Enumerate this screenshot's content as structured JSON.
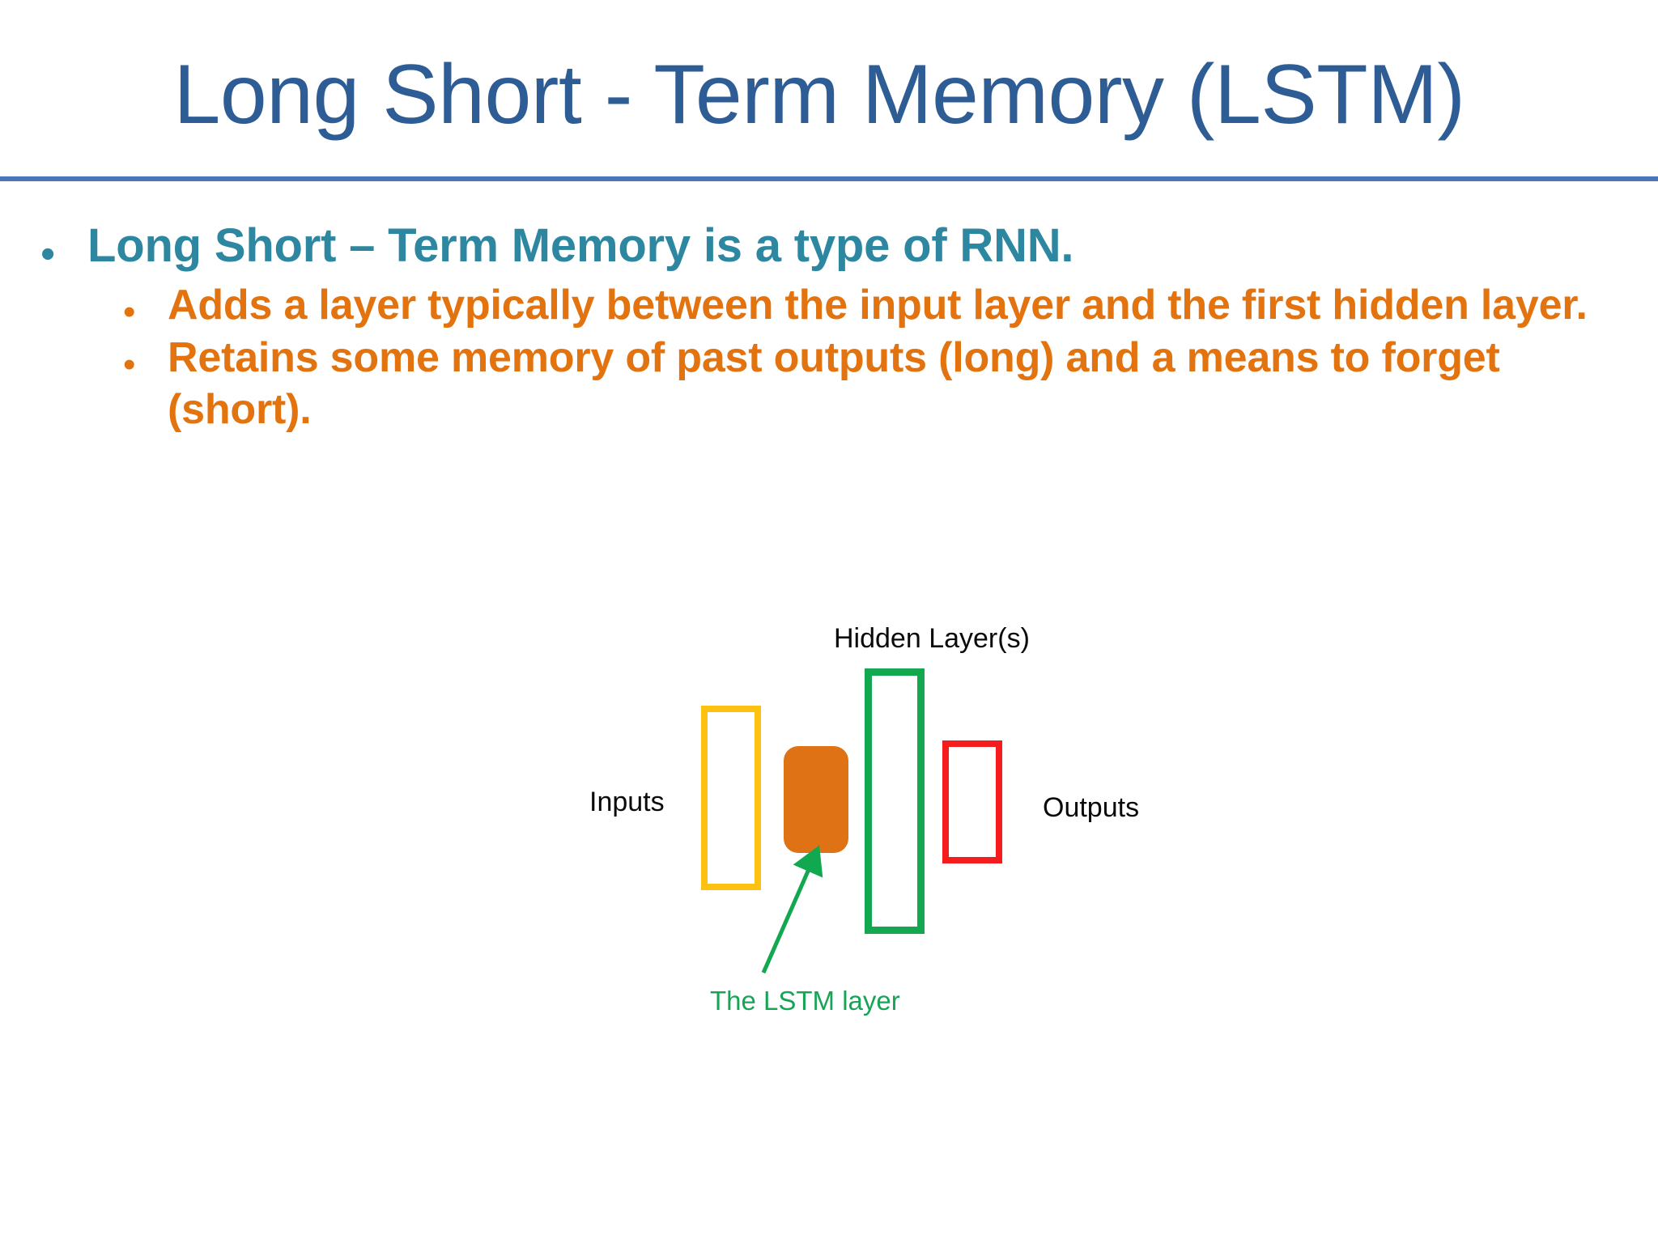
{
  "slide": {
    "title": "Long Short - Term Memory (LSTM)",
    "title_color": "#2E5C94",
    "rule_color": "#4A76B8",
    "background": "#ffffff"
  },
  "bullets": {
    "level1_color": "#2E87A0",
    "level2_color": "#E2730E",
    "marker": "•",
    "items": [
      {
        "level": 1,
        "text": "Long Short – Term Memory is a type of RNN."
      },
      {
        "level": 2,
        "text": "Adds a layer typically between the input layer and the first hidden layer."
      },
      {
        "level": 2,
        "text": "Retains some memory of past outputs (long) and a means to forget (short)."
      }
    ]
  },
  "diagram": {
    "labels": {
      "hidden": "Hidden Layer(s)",
      "inputs": "Inputs",
      "outputs": "Outputs",
      "lstm_callout": "The LSTM layer"
    },
    "shapes": [
      {
        "name": "input-layer",
        "color": "#FDC211",
        "filled": false
      },
      {
        "name": "lstm-layer",
        "color": "#DF7215",
        "filled": true
      },
      {
        "name": "hidden-layer",
        "color": "#12A84F",
        "filled": false
      },
      {
        "name": "output-layer",
        "color": "#F41C1C",
        "filled": false
      }
    ],
    "arrow_color": "#12A84F"
  }
}
